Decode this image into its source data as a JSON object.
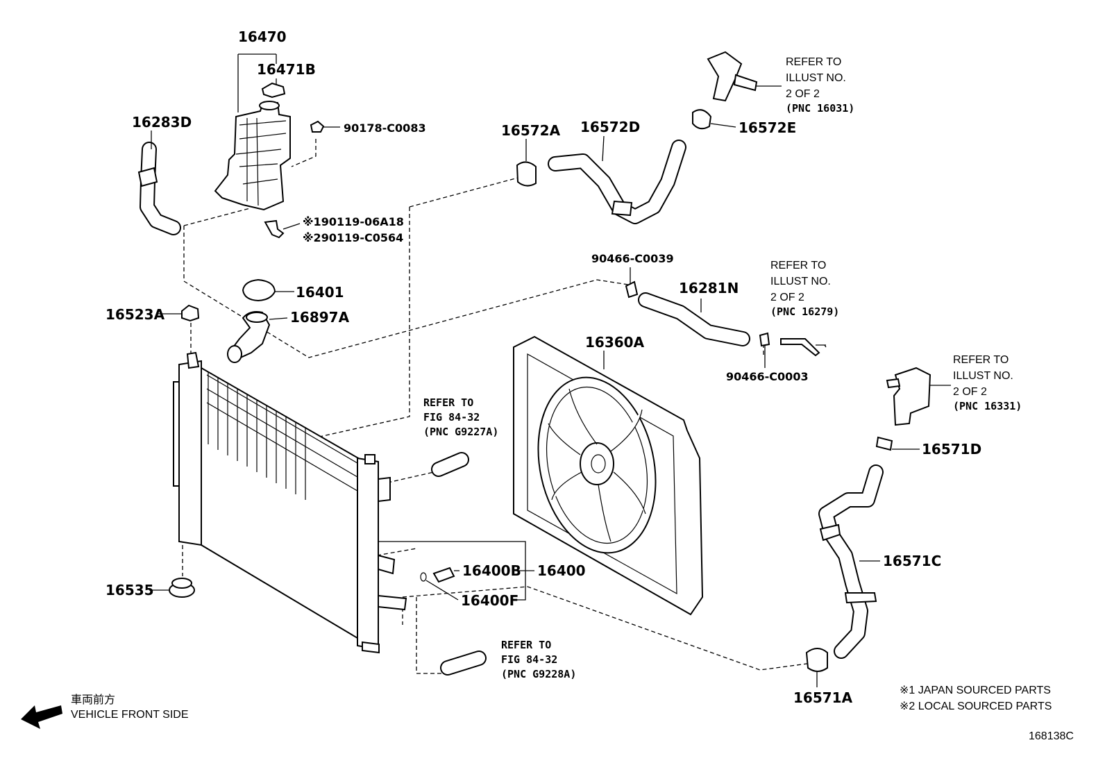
{
  "labels": {
    "p16470": "16470",
    "p16471B": "16471B",
    "p16283D": "16283D",
    "p90178": "90178-C0083",
    "p90119a": "※190119-06A18",
    "p90119b": "※290119-C0564",
    "p16572A": "16572A",
    "p16572D": "16572D",
    "p16572E": "16572E",
    "p16401": "16401",
    "p16523A": "16523A",
    "p16897A": "16897A",
    "p90466a": "90466-C0039",
    "p16281N": "16281N",
    "p90466b": "90466-C0003",
    "p16360A": "16360A",
    "p16571D": "16571D",
    "p16571C": "16571C",
    "p16571A": "16571A",
    "p16535": "16535",
    "p16400B": "16400B",
    "p16400": "16400",
    "p16400F": "16400F",
    "drawing_no": "168138C"
  },
  "refs": {
    "r1": [
      "REFER TO",
      "ILLUST NO.",
      "2 OF 2",
      "(PNC 16031)"
    ],
    "r2": [
      "REFER TO",
      "ILLUST NO.",
      "2 OF 2",
      "(PNC 16279)"
    ],
    "r3": [
      "REFER TO",
      "ILLUST NO.",
      "2 OF 2",
      "(PNC 16331)"
    ],
    "r4": [
      "REFER TO",
      "FIG 84-32",
      "(PNC G9227A)"
    ],
    "r5": [
      "REFER TO",
      "FIG 84-32",
      "(PNC G9228A)"
    ]
  },
  "notes": {
    "n1": "※1 JAPAN SOURCED PARTS",
    "n2": "※2 LOCAL SOURCED PARTS"
  },
  "direction": {
    "jp": "車両前方",
    "en": "VEHICLE FRONT SIDE",
    "icon": "arrow-left-icon"
  }
}
